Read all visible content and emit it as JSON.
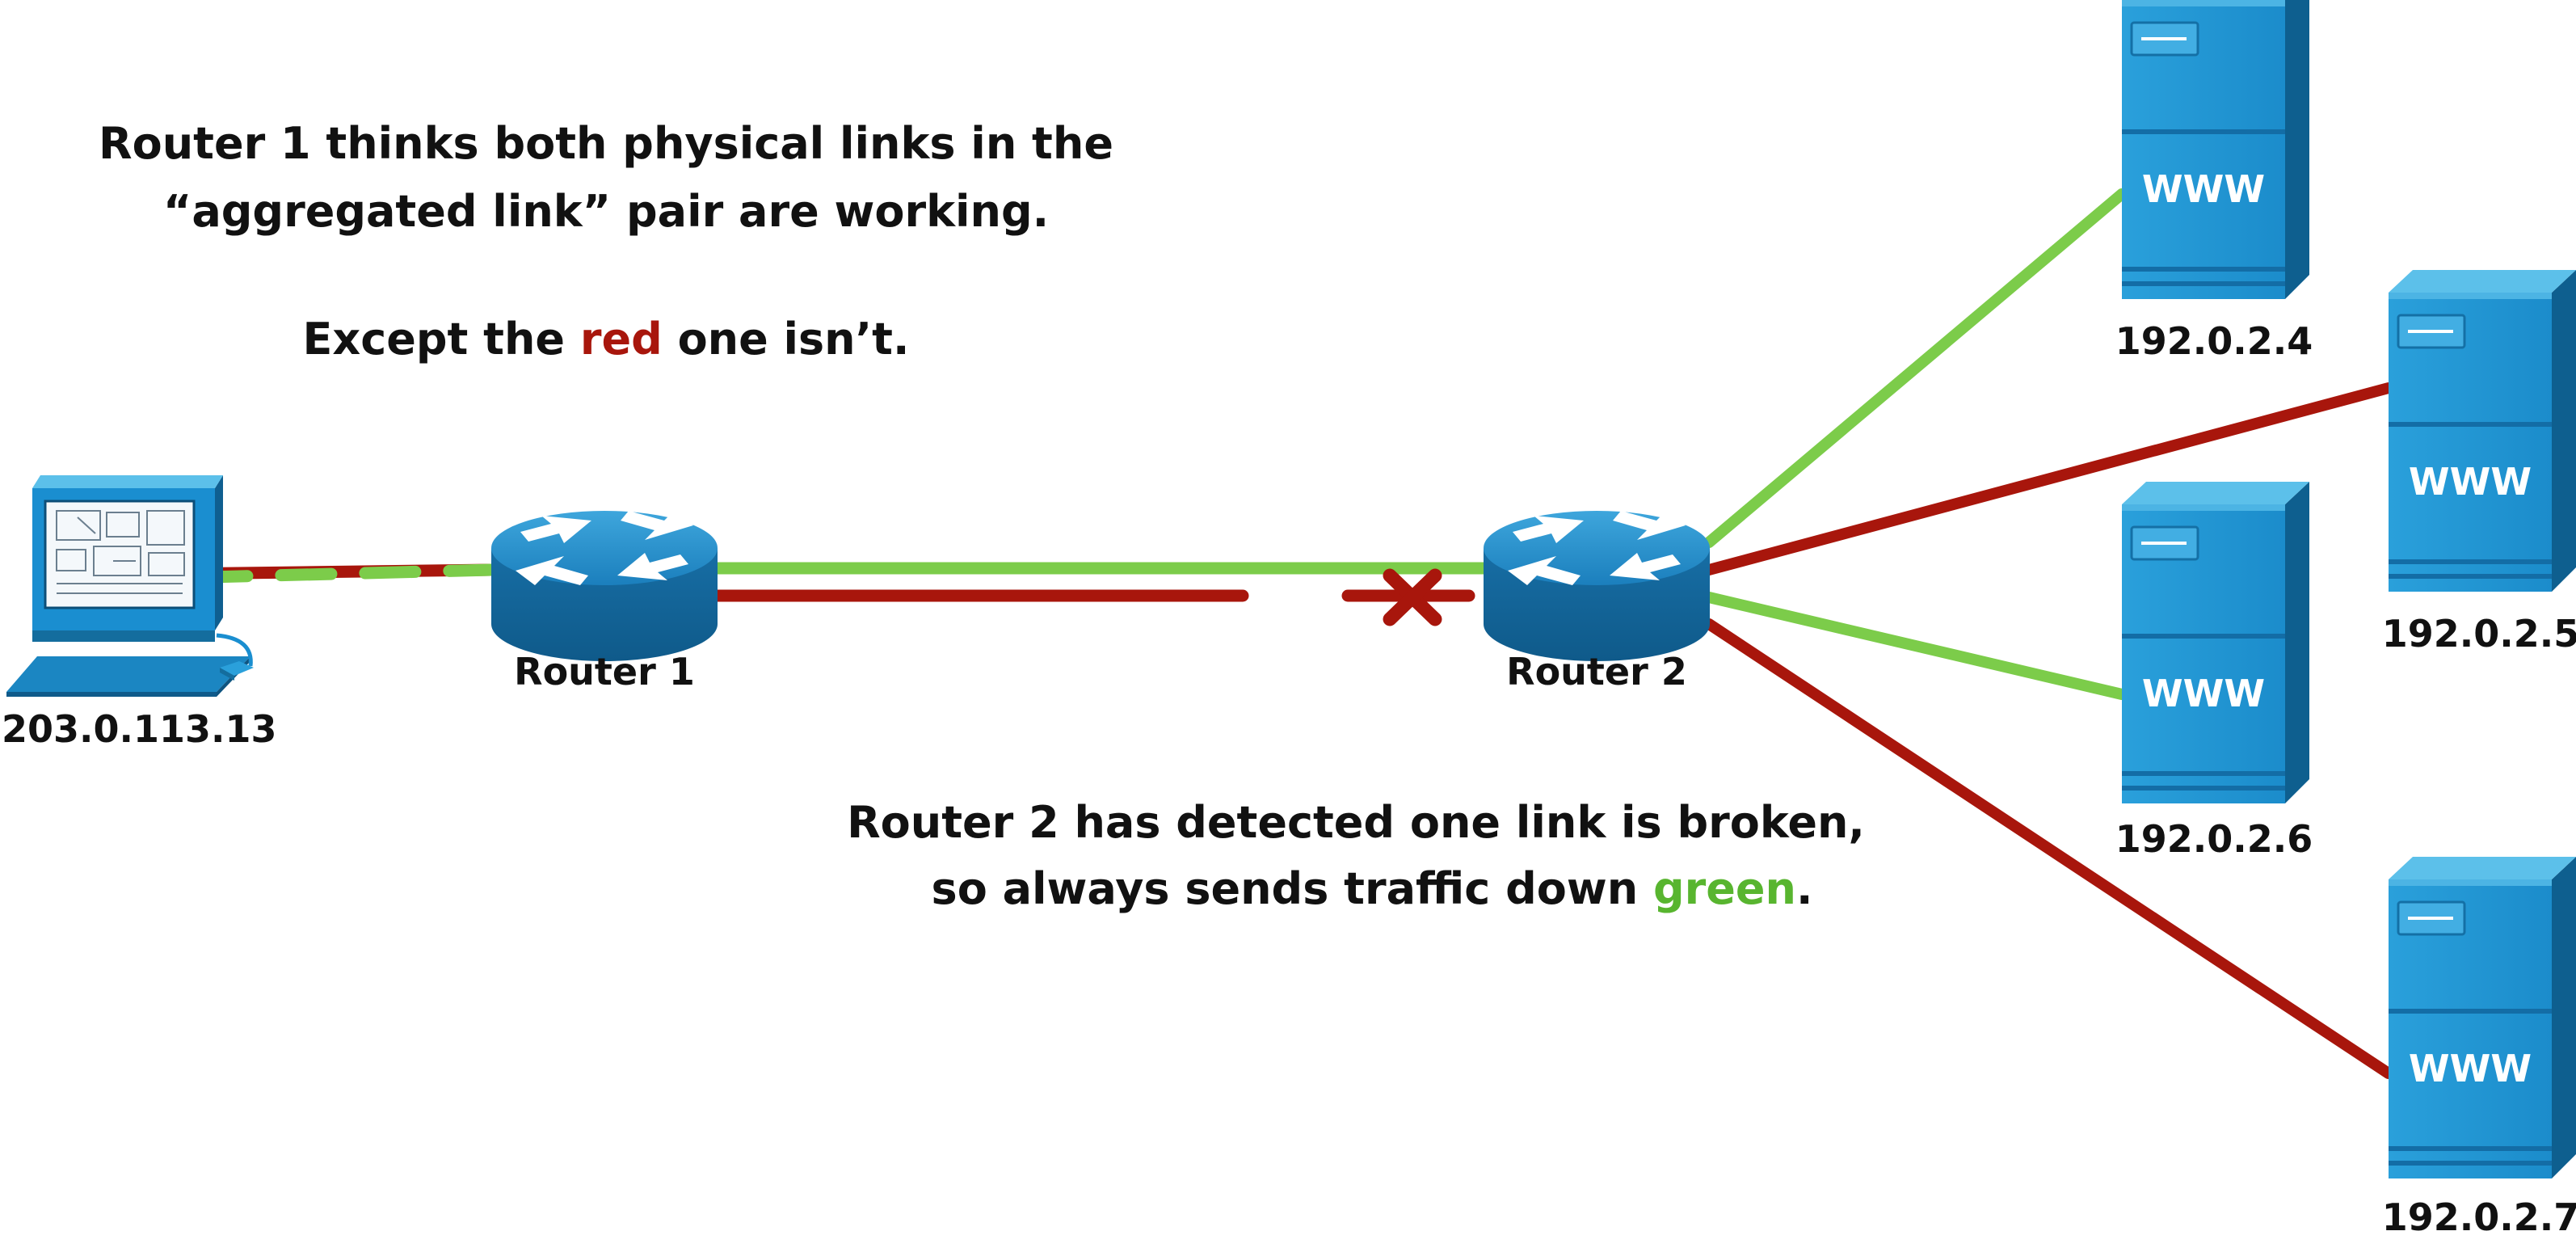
{
  "annotations": {
    "top_line1": "Router 1 thinks both physical links in the",
    "top_line2": "“aggregated link” pair are working.",
    "top_line3_prefix": "Except the ",
    "top_line3_red": "red",
    "top_line3_suffix": " one isn’t.",
    "bottom_line1": "Router 2 has detected one link is broken,",
    "bottom_line2_prefix": "so always sends traffic down ",
    "bottom_line2_green": "green",
    "bottom_line2_suffix": "."
  },
  "nodes": {
    "client": {
      "label": "203.0.113.13"
    },
    "router1": {
      "label": "Router 1"
    },
    "router2": {
      "label": "Router 2"
    },
    "servers": [
      {
        "label": "192.0.2.4",
        "icon_text": "WWW"
      },
      {
        "label": "192.0.2.5",
        "icon_text": "WWW"
      },
      {
        "label": "192.0.2.6",
        "icon_text": "WWW"
      },
      {
        "label": "192.0.2.7",
        "icon_text": "WWW"
      }
    ]
  },
  "colors": {
    "green_link": "#7ccc4a",
    "red_link": "#a8160c",
    "device_blue": "#1e8fcc",
    "device_dark": "#146d9e",
    "text": "#111111"
  },
  "icons": {
    "client": "desktop-computer-icon",
    "router": "router-icon",
    "server": "web-server-icon",
    "break": "link-break-x-icon"
  }
}
